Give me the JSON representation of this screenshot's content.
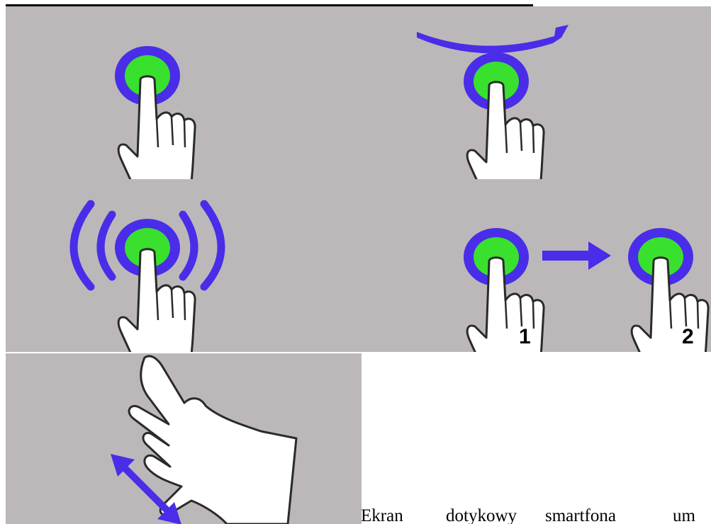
{
  "document": {
    "caption_words": [
      "Ekran",
      "dotykowy",
      "smartfona",
      "um"
    ]
  },
  "panels": [
    {
      "gesture": "touch"
    },
    {
      "gesture": "swipe"
    },
    {
      "gesture": "press-and-hold"
    },
    {
      "gesture": "drag-from-1-to-2",
      "step_labels": [
        "1",
        "2"
      ]
    },
    {
      "gesture": "pinch-zoom"
    }
  ],
  "colors": {
    "panel_background": "#bcb8b9",
    "touch_ring": "#4a2de8",
    "touch_center": "#39e12e",
    "arrow": "#4a2de8",
    "hand_fill": "#ffffff",
    "hand_outline": "#2a2a2a"
  }
}
